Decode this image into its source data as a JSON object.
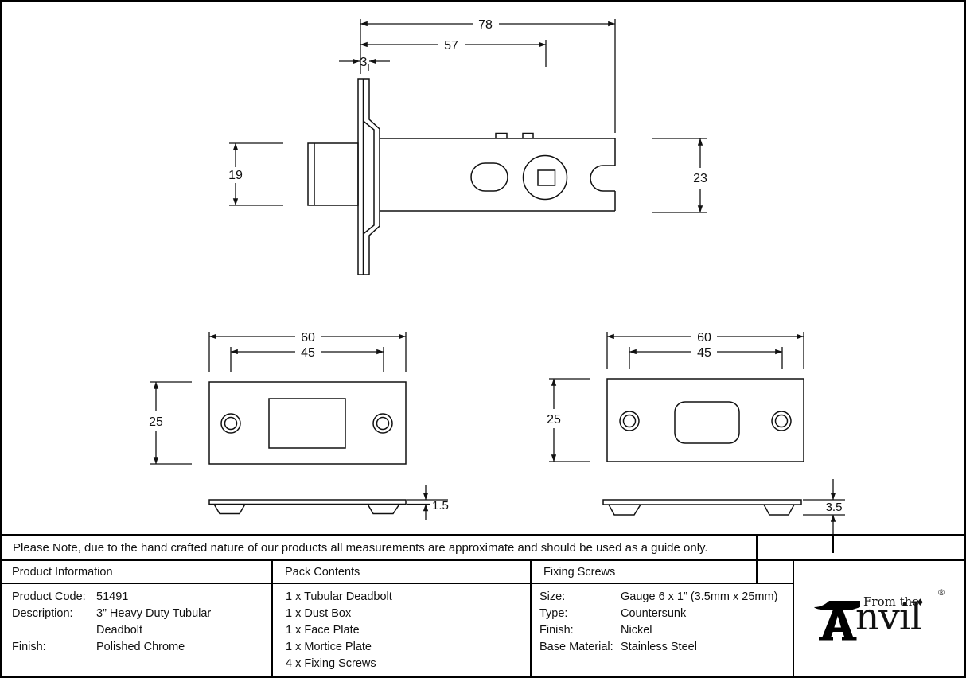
{
  "note": "Please Note, due to the hand crafted nature of our products all measurements are approximate and should be used as a guide only.",
  "drawing": {
    "side_view": {
      "overall_length": "78",
      "backset": "57",
      "faceplate_thickness": "3",
      "bolt_height": "19",
      "case_height": "23"
    },
    "face_plate": {
      "width": "60",
      "screw_spacing": "45",
      "height": "25",
      "thickness": "1.5"
    },
    "mortice_plate": {
      "width": "60",
      "screw_spacing": "45",
      "height": "25",
      "thickness": "3.5"
    }
  },
  "table": {
    "product_information": {
      "header": "Product Information",
      "rows": [
        {
          "label": "Product Code:",
          "value": "51491"
        },
        {
          "label": "Description:",
          "value": "3” Heavy Duty Tubular"
        },
        {
          "label": "",
          "value": "Deadbolt"
        },
        {
          "label": "Finish:",
          "value": "Polished Chrome"
        }
      ]
    },
    "pack_contents": {
      "header": "Pack Contents",
      "items": [
        "1 x Tubular Deadbolt",
        "1 x Dust Box",
        "1 x Face Plate",
        "1 x Mortice Plate",
        "4 x Fixing Screws"
      ]
    },
    "fixing_screws": {
      "header": "Fixing Screws",
      "rows": [
        {
          "label": "Size:",
          "value": "Gauge 6 x 1” (3.5mm x 25mm)"
        },
        {
          "label": "Type:",
          "value": "Countersunk"
        },
        {
          "label": "Finish:",
          "value": "Nickel"
        },
        {
          "label": "Base Material:",
          "value": "Stainless Steel"
        }
      ]
    }
  },
  "logo": {
    "tagline": "From the",
    "brand_suffix": "nvil",
    "diamond": "♦",
    "registered": "®"
  }
}
